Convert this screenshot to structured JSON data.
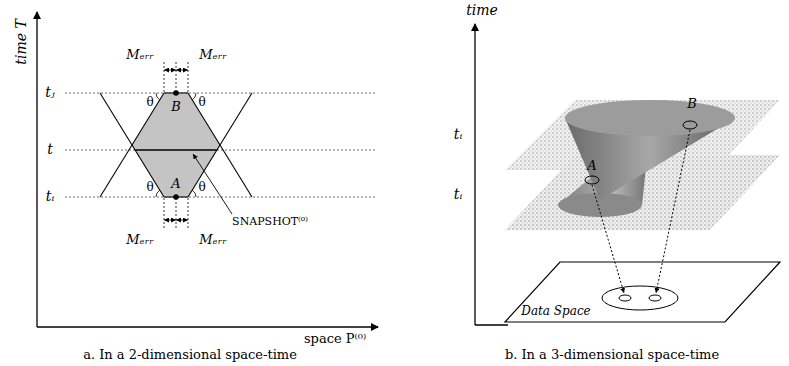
{
  "diagram": {
    "labels": [
      "time T",
      "tⱼ",
      "t",
      "tᵢ",
      "Mₑᵣᵣ",
      "Mₑᵣᵣ",
      "θ",
      "θ",
      "B",
      "θ",
      "θ",
      "A",
      "Mₑᵣᵣ",
      "Mₑᵣᵣ",
      "SNAPSHOT⁽⁰⁾",
      "space P⁽⁰⁾",
      "a. In a 2-dimensional space-time",
      "time",
      "tᵢ",
      "tᵢ",
      "B",
      "A",
      "Data Space",
      "b. In a 3-dimensional space-time"
    ]
  }
}
